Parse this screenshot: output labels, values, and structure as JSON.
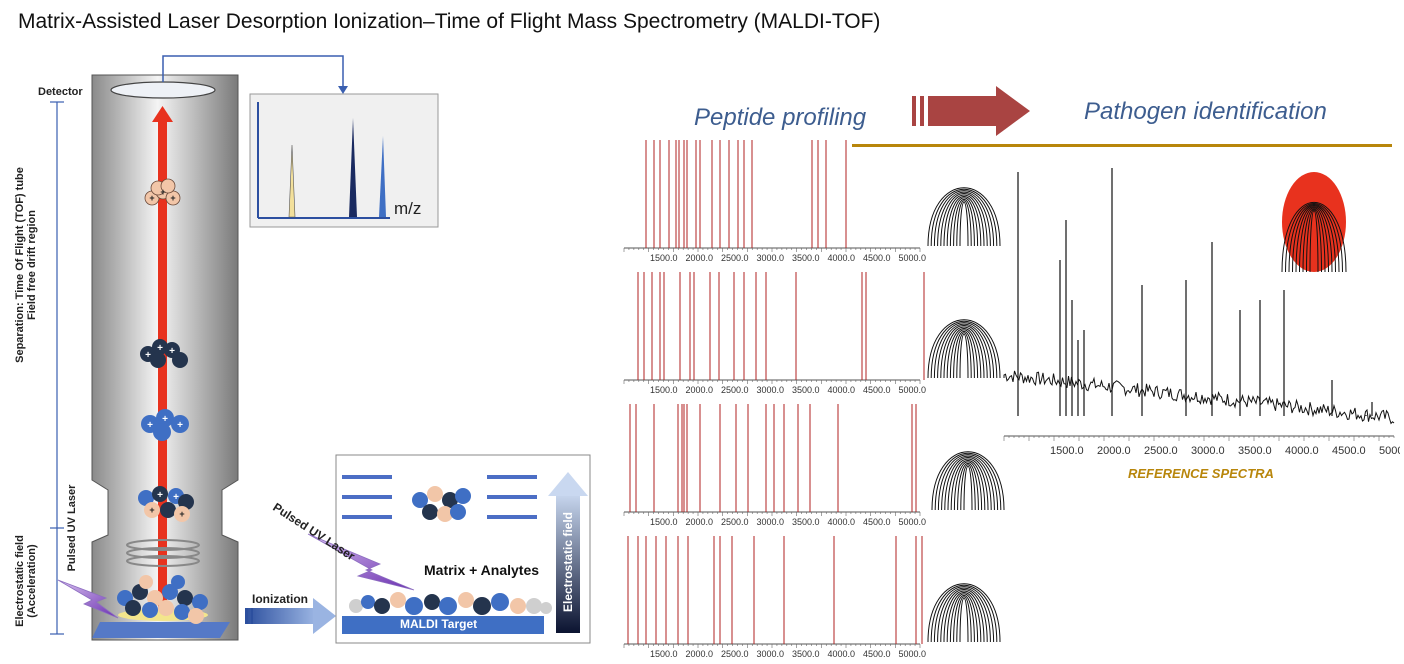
{
  "title": "Matrix-Assisted Laser Desorption Ionization–Time of Flight Mass Spectrometry (MALDI-TOF)",
  "left_panel": {
    "detector_label": "Detector",
    "tof_label_line1": "Separation: Time Of Flight (TOF) tube",
    "tof_label_line2": "Field free drift region",
    "field_label_line1": "Electrostatic field",
    "field_label_line2": "(Acceleration)",
    "laser_label": "Pulsed UV Laser",
    "mz_label": "m/z",
    "ionization_label": "Ionization"
  },
  "inset": {
    "laser_label": "Pulsed UV Laser",
    "matrix_label": "Matrix + Analytes",
    "target_label": "MALDI Target",
    "field_label": "Electrostatic field"
  },
  "right_panel": {
    "profiling_label": "Peptide profiling",
    "identification_label": "Pathogen identification",
    "reference_label": "REFERENCE SPECTRA",
    "axis_ticks": [
      "1500.0",
      "2000.0",
      "2500.0",
      "3000.0",
      "3500.0",
      "4000.0",
      "4500.0",
      "5000.0"
    ],
    "reference_ticks": [
      "1500.0",
      "2000.0",
      "2500.0",
      "3000.0",
      "3500.0",
      "4000.0",
      "4500.0",
      "5000.0"
    ]
  },
  "colors": {
    "laser_red": "#e8321e",
    "ion_blue": "#3f6fc4",
    "ion_dark": "#24344d",
    "ion_peach": "#f2c6a8",
    "peak_red": "#b22222",
    "arrow_red": "#a94442",
    "gold_line": "#b8860b"
  }
}
